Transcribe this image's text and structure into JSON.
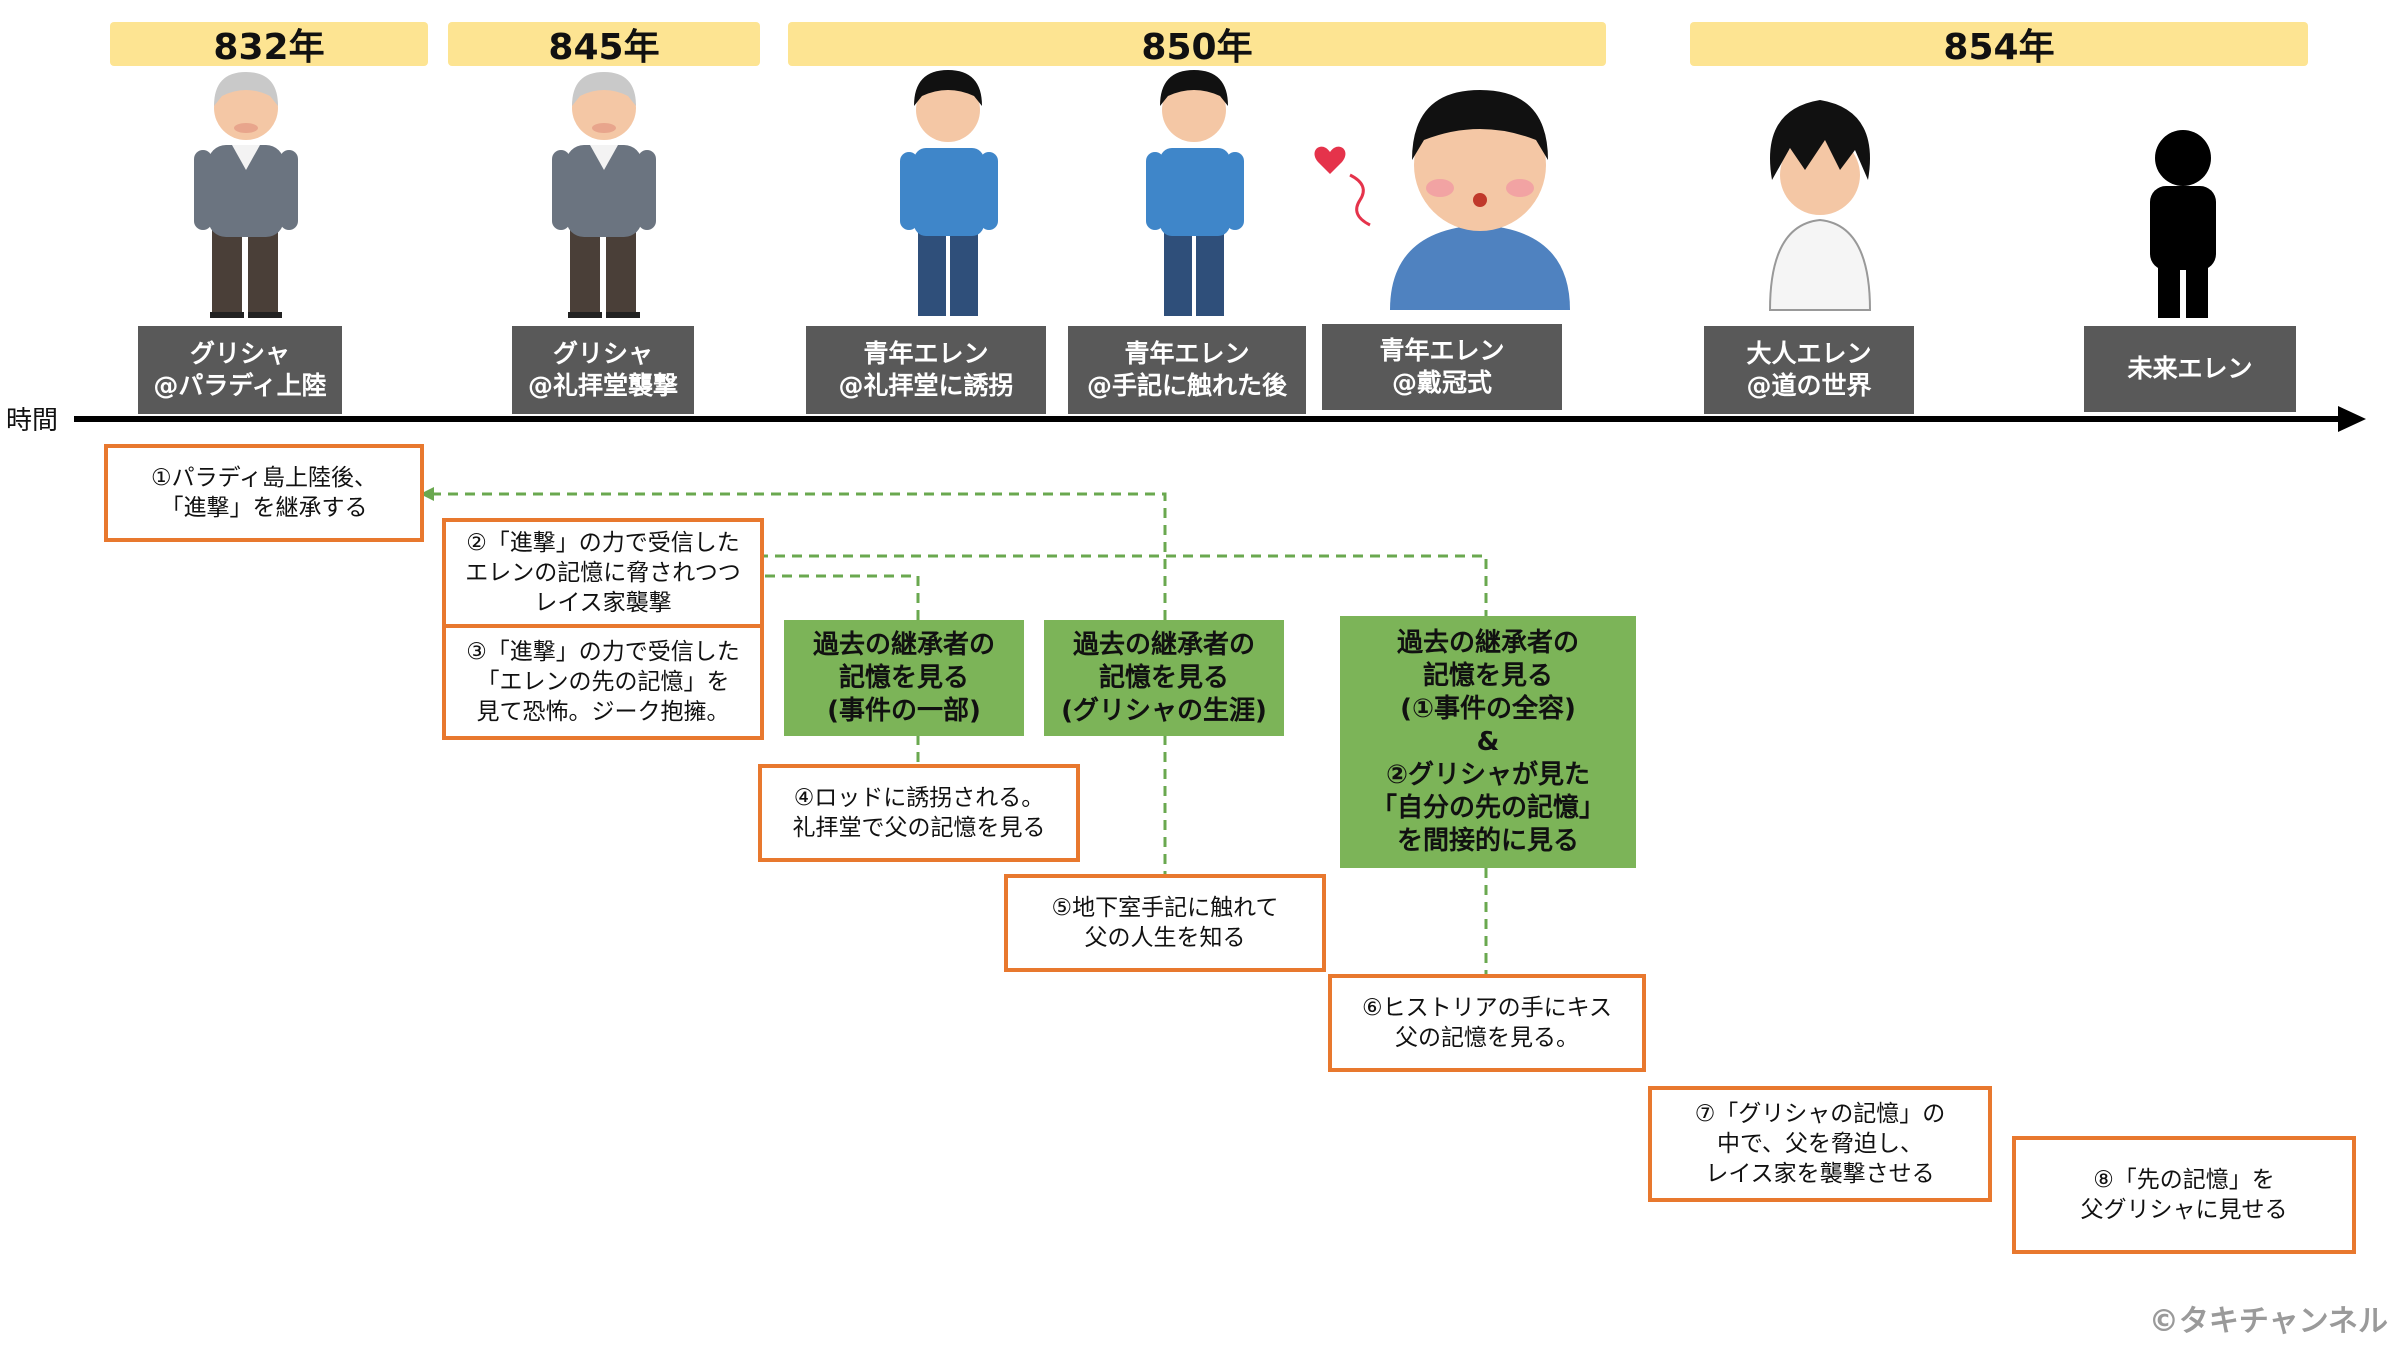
{
  "years": {
    "y832": "832年",
    "y845": "845年",
    "y850": "850年",
    "y854": "854年"
  },
  "time_axis_label": "時間",
  "labels": {
    "grisha_paradis": [
      "グリシャ",
      "@パラディ上陸"
    ],
    "grisha_chapel": [
      "グリシャ",
      "@礼拝堂襲撃"
    ],
    "eren_abducted": [
      "青年エレン",
      "@礼拝堂に誘拐"
    ],
    "eren_notes": [
      "青年エレン",
      "@手記に触れた後"
    ],
    "eren_crown": [
      "青年エレン",
      "@戴冠式"
    ],
    "eren_adult": [
      "大人エレン",
      "@道の世界"
    ],
    "eren_future": [
      "未来エレン"
    ]
  },
  "events": {
    "e1": [
      "①パラディ島上陸後、",
      "「進撃」を継承する"
    ],
    "e2": [
      "②「進撃」の力で受信した",
      "エレンの記憶に脅されつつ",
      "レイス家襲撃"
    ],
    "e3": [
      "③「進撃」の力で受信した",
      "「エレンの先の記憶」を",
      "見て恐怖。ジーク抱擁。"
    ],
    "e4": [
      "④ロッドに誘拐される。",
      "礼拝堂で父の記憶を見る"
    ],
    "e5": [
      "⑤地下室手記に触れて",
      "父の人生を知る"
    ],
    "e6": [
      "⑥ヒストリアの手にキス",
      "父の記憶を見る。"
    ],
    "e7": [
      "⑦「グリシャの記憶」の",
      "中で、父を脅迫し、",
      "レイス家を襲撃させる"
    ],
    "e8": [
      "⑧「先の記憶」を",
      "父グリシャに見せる"
    ]
  },
  "memories": {
    "m1": [
      "過去の継承者の",
      "記憶を見る",
      "(事件の一部)"
    ],
    "m2": [
      "過去の継承者の",
      "記憶を見る",
      "(グリシャの生涯)"
    ],
    "m3": [
      "過去の継承者の",
      "記憶を見る",
      "(①事件の全容)",
      "&",
      "②グリシャが見た",
      "「自分の先の記憶」",
      "を間接的に見る"
    ]
  },
  "copyright": "©タキチャンネル",
  "colors": {
    "year_bg": "#fde492",
    "label_bg": "#595959",
    "orange": "#e8782e",
    "green": "#7cb458",
    "dash": "#6aa84f"
  }
}
